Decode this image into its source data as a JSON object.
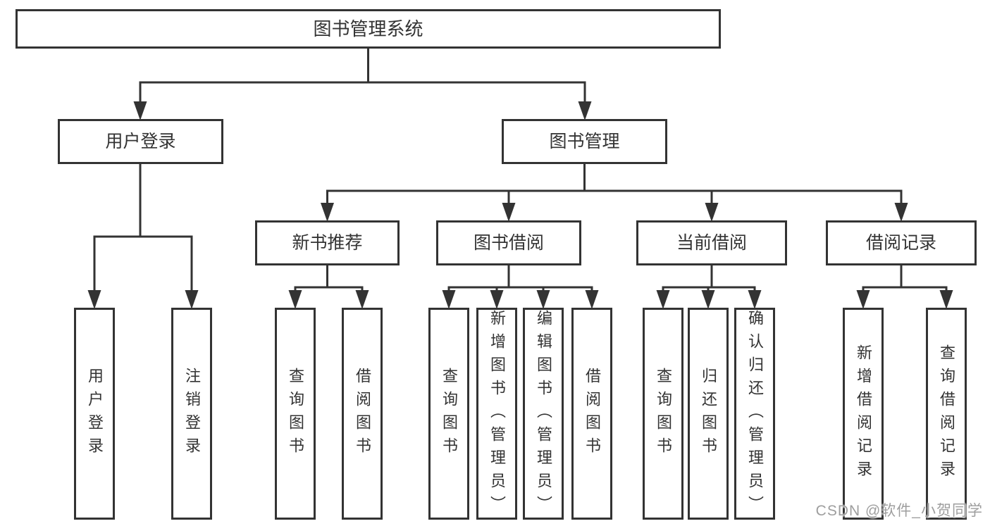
{
  "colors": {
    "line": "#333333",
    "border": "#333333",
    "text": "#333333",
    "background": "#ffffff",
    "watermark": "#9e9e9e"
  },
  "watermark": {
    "text": "CSDN @软件_小贺同学"
  },
  "diagram": {
    "type": "hierarchy-tree",
    "root": {
      "label": "图书管理系统"
    },
    "level2": [
      {
        "label": "用户登录",
        "parent": "图书管理系统"
      },
      {
        "label": "图书管理",
        "parent": "图书管理系统"
      }
    ],
    "level3": [
      {
        "label": "新书推荐",
        "parent": "图书管理"
      },
      {
        "label": "图书借阅",
        "parent": "图书管理"
      },
      {
        "label": "当前借阅",
        "parent": "图书管理"
      },
      {
        "label": "借阅记录",
        "parent": "图书管理"
      }
    ],
    "leaves": [
      {
        "label": "用户登录",
        "parent": "用户登录"
      },
      {
        "label": "注销登录",
        "parent": "用户登录"
      },
      {
        "label": "查询图书",
        "parent": "新书推荐"
      },
      {
        "label": "借阅图书",
        "parent": "新书推荐"
      },
      {
        "label": "查询图书",
        "parent": "图书借阅"
      },
      {
        "label": "新增图书（管理员）",
        "parent": "图书借阅"
      },
      {
        "label": "编辑图书（管理员）",
        "parent": "图书借阅"
      },
      {
        "label": "借阅图书",
        "parent": "图书借阅"
      },
      {
        "label": "查询图书",
        "parent": "当前借阅"
      },
      {
        "label": "归还图书",
        "parent": "当前借阅"
      },
      {
        "label": "确认归还（管理员）",
        "parent": "当前借阅"
      },
      {
        "label": "新增借阅记录",
        "parent": "借阅记录"
      },
      {
        "label": "查询借阅记录",
        "parent": "借阅记录"
      }
    ]
  }
}
